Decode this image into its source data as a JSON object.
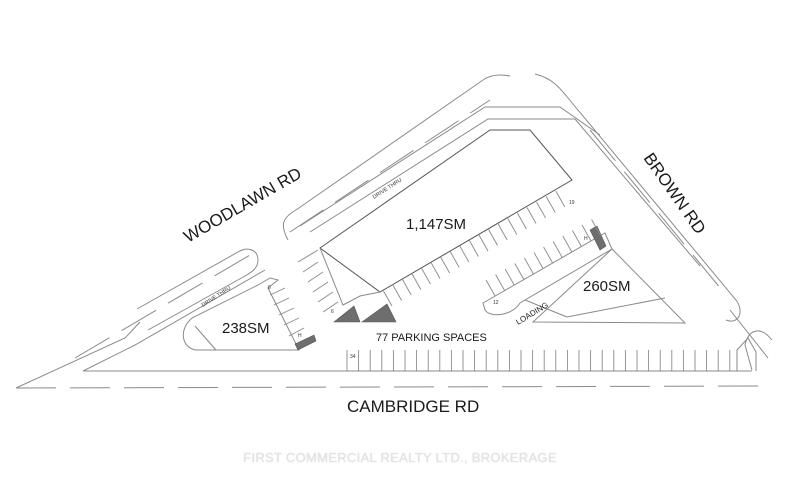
{
  "site_plan": {
    "roads": {
      "woodlawn": "WOODLAWN RD",
      "brown": "BROWN RD",
      "cambridge": "CAMBRIDGE RD"
    },
    "buildings": [
      {
        "id": "main",
        "area": "1,147SM"
      },
      {
        "id": "west-pad",
        "area": "238SM"
      },
      {
        "id": "east-pad",
        "area": "260SM"
      }
    ],
    "drive_thru_labels": [
      "DRIVE THRU",
      "DRIVE THRU"
    ],
    "loading_label": "LOADING",
    "parking": {
      "total_label": "77 PARKING SPACES",
      "row_counts": {
        "main_row": "19",
        "east_row": "12",
        "south_row": "34",
        "west_row_a": "6",
        "west_row_b": "6"
      },
      "accessible_marker": "H"
    },
    "colors": {
      "line": "#8a8a8a",
      "text": "#1a1a1a",
      "hatch": "#6e6e6e",
      "background": "#ffffff"
    }
  },
  "watermark": "FIRST COMMERCIAL REALTY LTD., BROKERAGE"
}
